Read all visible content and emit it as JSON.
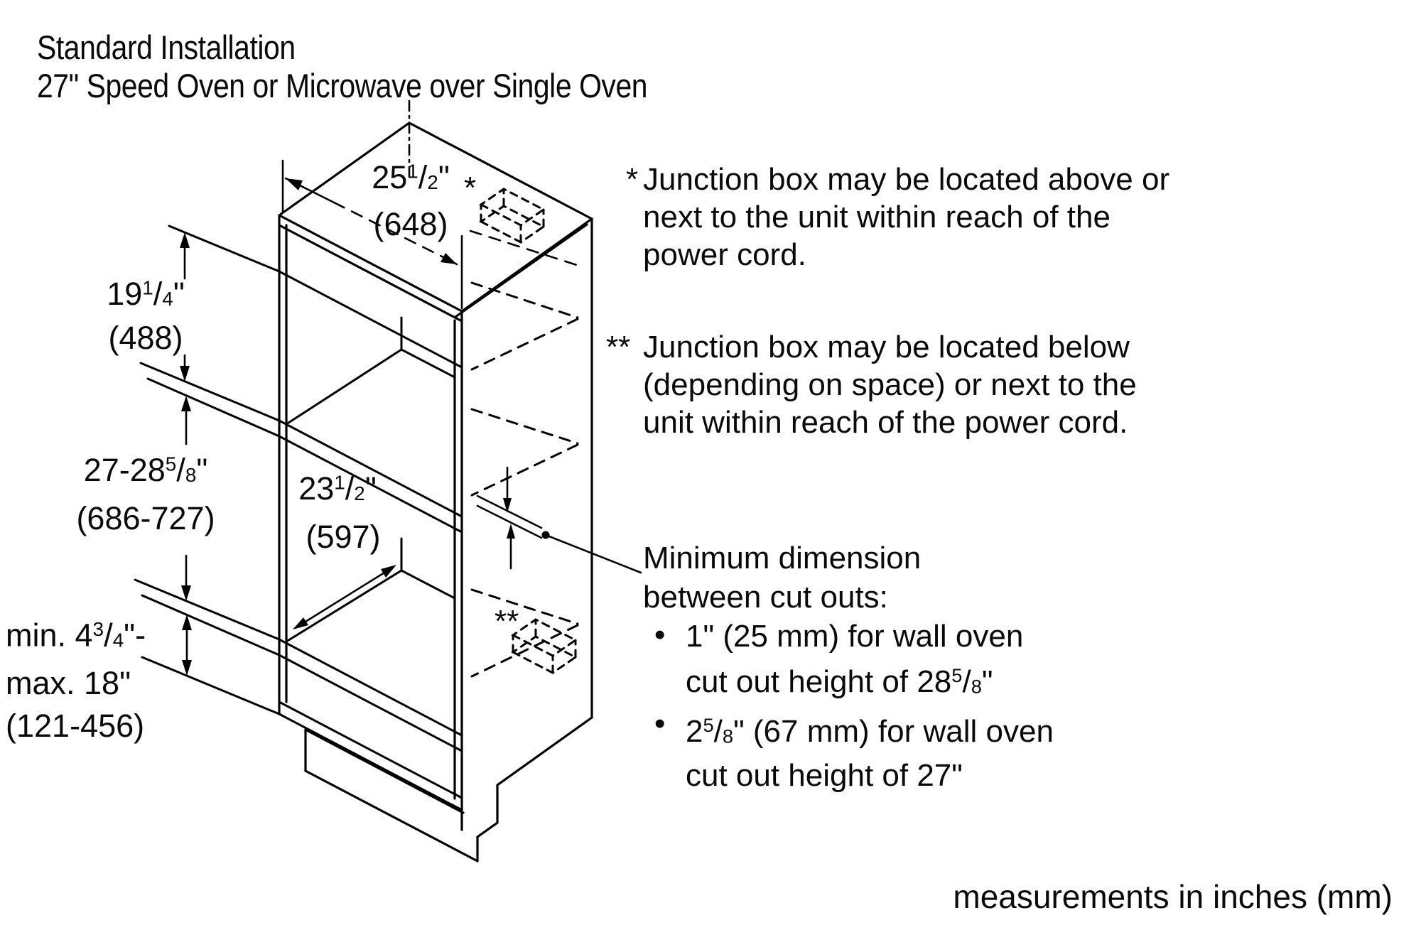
{
  "title": {
    "line1": "Standard Installation",
    "line2": "27\" Speed Oven or Microwave over Single Oven"
  },
  "dimensions": {
    "top_width": {
      "inches": "25 1/2\"",
      "mm": "(648)"
    },
    "upper_cutout": {
      "inches": "19 1/4\"",
      "mm": "(488)"
    },
    "lower_cutout": {
      "inches": "27-28 5/8\"",
      "mm": "(686-727)"
    },
    "interior_depth": {
      "inches": "23 1/2\"",
      "mm": "(597)"
    },
    "bottom_clearance": {
      "line1": "min. 4 3/4\"-",
      "line2": "max. 18\"",
      "mm": "(121-456)"
    }
  },
  "markers": {
    "top_junction_box": "*",
    "bottom_junction_box": "**"
  },
  "notes": {
    "above": {
      "marker": "*",
      "lines": [
        "Junction box may be located above or",
        "next to the unit within reach of the",
        "power cord."
      ]
    },
    "below": {
      "marker": "**",
      "lines": [
        "Junction box may be located below",
        "(depending on space) or next to the",
        "unit within reach of the power cord."
      ]
    }
  },
  "min_dimension": {
    "heading_line1": "Minimum dimension",
    "heading_line2": "between cut outs:",
    "bullet_char": "•",
    "bullets": [
      {
        "line1": "1\" (25 mm) for wall oven",
        "line2": "cut out height of 28 5/8\""
      },
      {
        "line1": "2 5/8\" (67 mm) for wall oven",
        "line2": "cut out height of 27\""
      }
    ]
  },
  "footer": "measurements in inches (mm)"
}
